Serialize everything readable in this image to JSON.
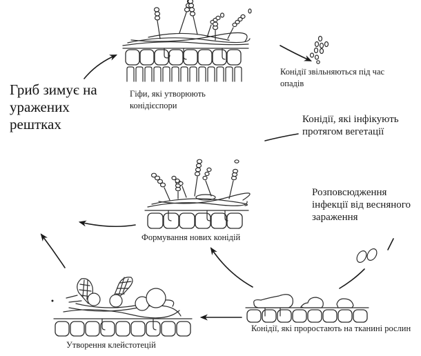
{
  "diagram": {
    "title": "Fungal disease cycle",
    "colors": {
      "ink": "#1a1a1a",
      "background": "#ffffff"
    },
    "stages": [
      {
        "id": "conidiophores",
        "label": "Гіфи, які утворюють конідієспори"
      },
      {
        "id": "rain-release",
        "label": "Конідії звільняються під час опадів"
      },
      {
        "id": "season-infection",
        "label": "Конідії, які інфікують протягом вегетації"
      },
      {
        "id": "new-conidia",
        "label": "Формування нових конідій"
      },
      {
        "id": "spring-spread",
        "label": "Розповсюдження інфекції від весняного зараження"
      },
      {
        "id": "germination",
        "label": "Конідії, які проростають на тканині рослин"
      },
      {
        "id": "cleistothecia",
        "label": "Утворення клейстотецій"
      },
      {
        "id": "overwintering",
        "label": "Гриб зимує на уражених рештках"
      }
    ]
  }
}
